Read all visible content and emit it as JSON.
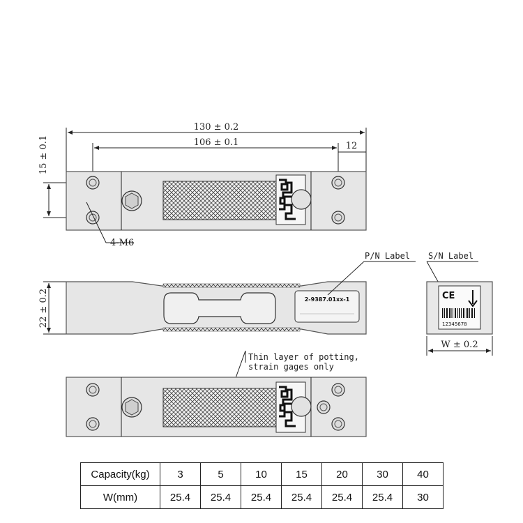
{
  "dimensions": {
    "total_length": "130 ± 0.2",
    "hole_spacing": "106 ± 0.1",
    "end_offset": "12",
    "vertical_spacing": "15 ± 0.1",
    "thread": "4-M6",
    "height": "22 ± 0.2",
    "width": "W ± 0.2"
  },
  "labels": {
    "pn_label": "P/N Label",
    "sn_label": "S/N Label",
    "pn_value": "2-9387.01xx-1",
    "sn_value": "12345678",
    "ce_mark": "CE",
    "potting_note_1": "Thin layer of potting,",
    "potting_note_2": "strain gages only"
  },
  "icons": {
    "barcode": "barcode-icon",
    "arrow": "arrow-down-icon"
  },
  "table": {
    "capacity_label": "Capacity(kg)",
    "width_label": "W(mm)",
    "capacities": [
      "3",
      "5",
      "10",
      "15",
      "20",
      "30",
      "40"
    ],
    "widths": [
      "25.4",
      "25.4",
      "25.4",
      "25.4",
      "25.4",
      "25.4",
      "30"
    ]
  }
}
